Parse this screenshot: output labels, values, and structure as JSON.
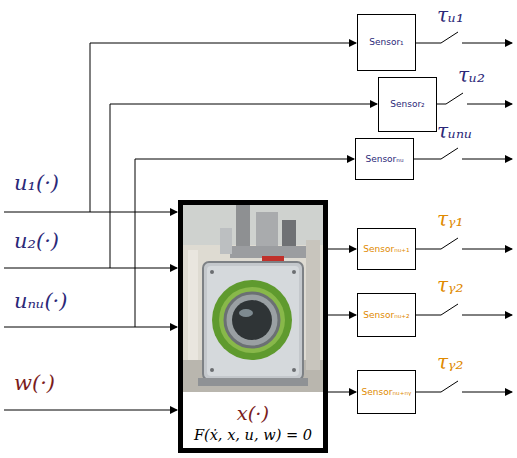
{
  "diagram": {
    "nodes": [
      {
        "text": [
          "x(·)",
          "F(ẋ, x, u, w) = 0"
        ]
      },
      {
        "text": [
          "Sensor₁"
        ]
      },
      {
        "text": [
          "Sensor₂"
        ]
      },
      {
        "text": [
          "Sensorₙᵤ"
        ]
      },
      {
        "text": [
          "Sensorₙᵤ₊₁"
        ]
      },
      {
        "text": [
          "Sensorₙᵤ₊₂"
        ]
      },
      {
        "text": [
          "Sensorₙᵤ₊ₙᵧ"
        ]
      }
    ],
    "edges": [
      {
        "from": 0,
        "to": 4,
        "arrow": "to"
      },
      {
        "from": 0,
        "to": 5,
        "arrow": "to"
      },
      {
        "from": 0,
        "to": 6,
        "arrow": "to"
      }
    ],
    "labels": [
      "u₁(·)",
      "u₂(·)",
      "uₙᵤ(·)",
      "w(·)",
      "τᵤ₁",
      "τᵤ₂",
      "τᵤₙᵤ",
      "τᵧ₁",
      "τᵧ₂",
      "τᵧ₂"
    ]
  }
}
